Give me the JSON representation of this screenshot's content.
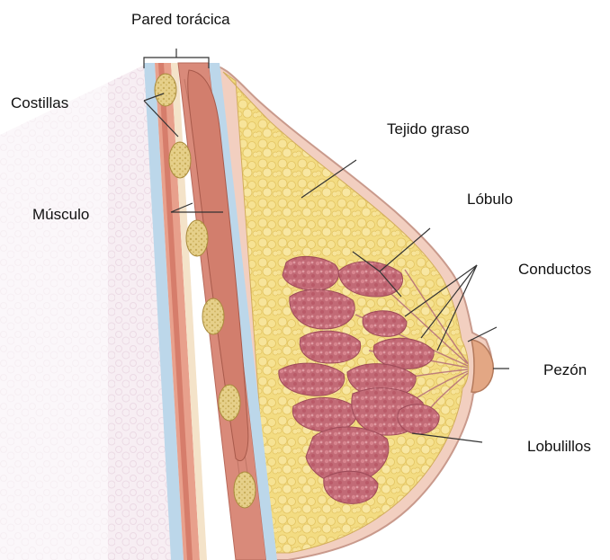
{
  "labels": {
    "pared_toracica": "Pared torácica",
    "costillas": "Costillas",
    "tejido_graso": "Tejido graso",
    "lobulo": "Lóbulo",
    "musculo": "Músculo",
    "conductos": "Conductos",
    "pezon": "Pezón",
    "lobulillos": "Lobulillos"
  },
  "colors": {
    "fat_tissue": "#f3dc82",
    "skin": "#f2cfc0",
    "skin_outline": "#c99a8c",
    "lobule": "#c26a76",
    "muscle": "#d98a7a",
    "rib": "#e6d08a",
    "pleura_blue": "#bcd7ea",
    "background_tissue": "#f3e6ef",
    "leader_line": "#333333"
  }
}
